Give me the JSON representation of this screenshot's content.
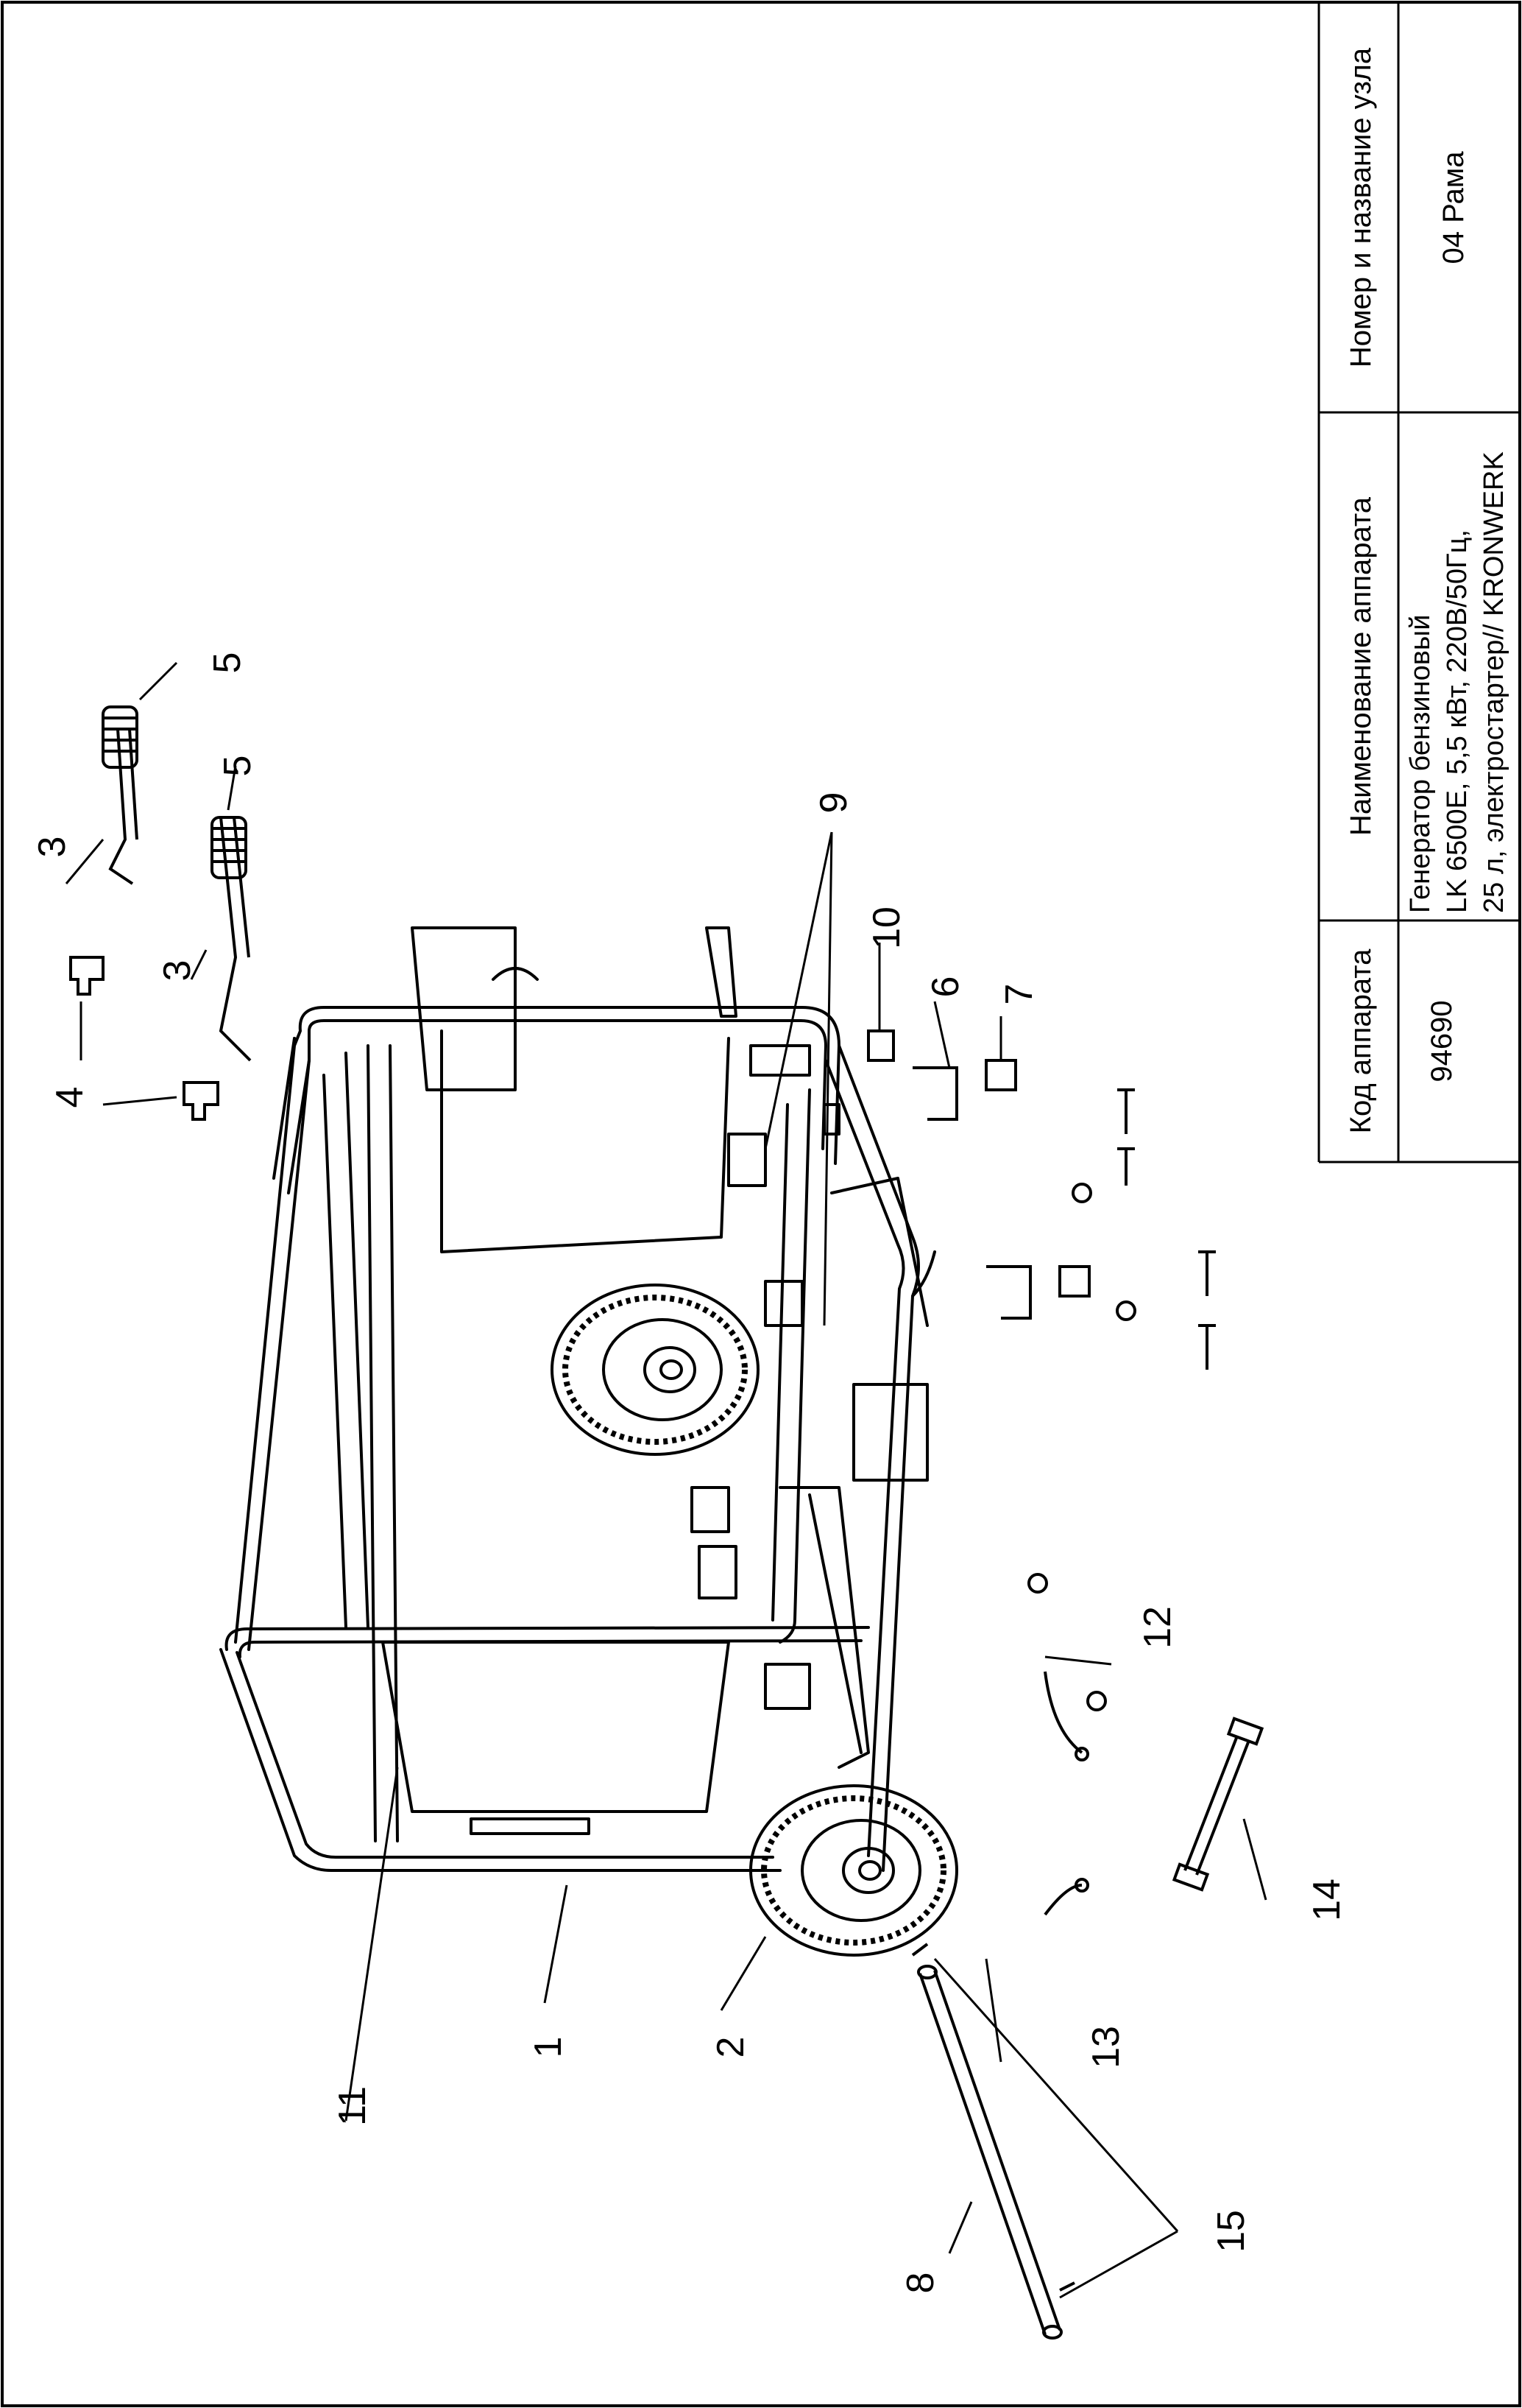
{
  "title_block": {
    "col1_header": "Код аппарата",
    "col1_value": "94690",
    "col2_header": "Наименование аппарата",
    "col2_value_lines": [
      "Генератор бензиновый",
      "LK 6500E, 5,5 кВт, 220В/50Гц,",
      "25 л, электростартер// KRONWERK"
    ],
    "col3_header": "Номер и название узла",
    "col3_value": "04 Рама"
  },
  "callouts": {
    "c1": "1",
    "c2": "2",
    "c3a": "3",
    "c3b": "3",
    "c4": "4",
    "c5a": "5",
    "c5b": "5",
    "c6": "6",
    "c7": "7",
    "c8": "8",
    "c9": "9",
    "c10": "10",
    "c11": "11",
    "c12": "12",
    "c13": "13",
    "c14": "14",
    "c15": "15"
  }
}
